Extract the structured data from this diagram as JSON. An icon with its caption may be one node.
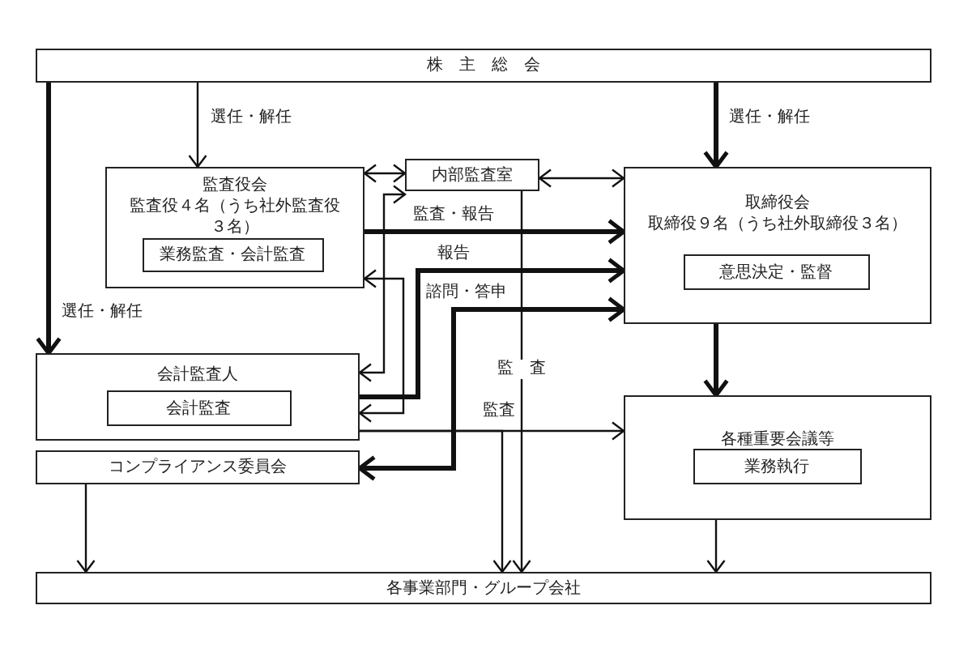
{
  "diagram": {
    "nodes": [
      {
        "text": [
          "株　主　総　会"
        ]
      },
      {
        "text": [
          "監査役会",
          "監査役４名（うち社外監査役３名）"
        ]
      },
      {
        "text": [
          "業務監査・会計監査"
        ],
        "in": 1
      },
      {
        "text": [
          "内部監査室"
        ]
      },
      {
        "text": [
          "取締役会",
          "取締役９名（うち社外取締役３名）"
        ]
      },
      {
        "text": [
          "意思決定・監督"
        ],
        "in": 4
      },
      {
        "text": [
          "会計監査人"
        ]
      },
      {
        "text": [
          "会計監査"
        ],
        "in": 6
      },
      {
        "text": [
          "コンプライアンス委員会"
        ]
      },
      {
        "text": [
          "各種重要会議等"
        ]
      },
      {
        "text": [
          "業務執行"
        ],
        "in": 9
      },
      {
        "text": [
          "各事業部門・グループ会社"
        ]
      }
    ],
    "edges": [
      {
        "from": 0,
        "to": 1,
        "arrow": "to",
        "label": "選任・解任"
      },
      {
        "from": 0,
        "to": 6,
        "arrow": "to",
        "label": "選任・解任",
        "style": "thick"
      },
      {
        "from": 0,
        "to": 4,
        "arrow": "to",
        "label": "選任・解任",
        "style": "thick"
      },
      {
        "from": 1,
        "to": 3,
        "arrow": "both"
      },
      {
        "from": 3,
        "to": 4,
        "arrow": "both"
      },
      {
        "from": 1,
        "to": 4,
        "arrow": "to",
        "label": "監査・報告",
        "style": "thick"
      },
      {
        "from": 6,
        "to": 4,
        "arrow": "to",
        "label": "報告",
        "style": "thick"
      },
      {
        "from": 4,
        "to": 8,
        "arrow": "both",
        "label": "諮問・答申",
        "style": "thick"
      },
      {
        "from": 3,
        "to": 6,
        "arrow": "both"
      },
      {
        "from": 1,
        "to": 6,
        "arrow": "both"
      },
      {
        "from": 6,
        "to": 9,
        "arrow": "to",
        "label": "監査"
      },
      {
        "from": 6,
        "to": 11,
        "arrow": "to"
      },
      {
        "from": 3,
        "to": 11,
        "arrow": "to",
        "label": "監　査"
      },
      {
        "from": 8,
        "to": 11,
        "arrow": "to"
      },
      {
        "from": 9,
        "to": 11,
        "arrow": "to"
      },
      {
        "from": 4,
        "to": 9,
        "arrow": "to",
        "style": "thick"
      }
    ]
  }
}
